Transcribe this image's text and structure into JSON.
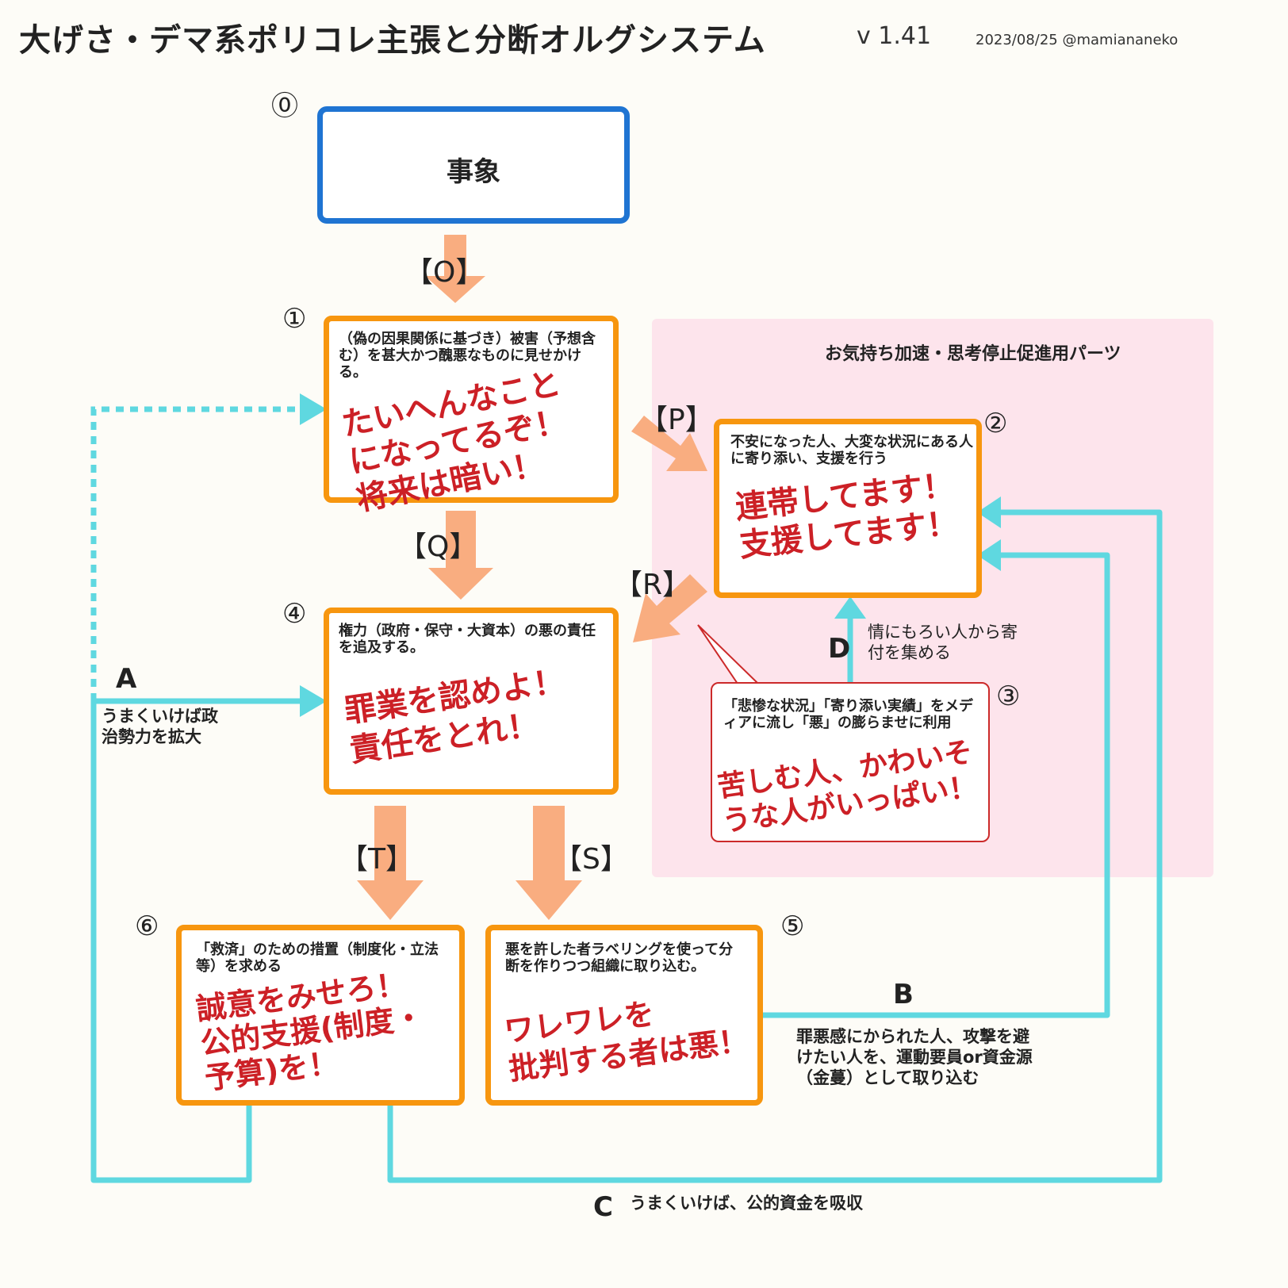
{
  "header": {
    "title": "大げさ・デマ系ポリコレ主張と分断オルグシステム",
    "version": "v 1.41",
    "date_author": "2023/08/25 @mamiananeko"
  },
  "panel": {
    "title": "お気持ち加速・思考停止促進用パーツ"
  },
  "nodes": {
    "n0": {
      "num": "⓪",
      "text": "事象"
    },
    "n1": {
      "num": "①",
      "desc": "（偽の因果関係に基づき）被害（予想含む）を甚大かつ醜悪なものに見せかける。",
      "big": [
        "たいへんなこと",
        "になってるぞ！",
        "将来は暗い！"
      ]
    },
    "n2": {
      "num": "②",
      "desc": "不安になった人、大変な状況にある人に寄り添い、支援を行う",
      "big": [
        "連帯してます！",
        "支援してます！"
      ]
    },
    "n3": {
      "num": "③",
      "desc": "「悲惨な状況」「寄り添い実績」をメディアに流し「悪」の膨らませに利用",
      "big": [
        "苦しむ人、かわいそ",
        "うな人がいっぱい！"
      ]
    },
    "n4": {
      "num": "④",
      "desc": "権力（政府・保守・大資本）の悪の責任を追及する。",
      "big": [
        "罪業を認めよ！",
        "責任をとれ！"
      ]
    },
    "n5": {
      "num": "⑤",
      "desc": "悪を許した者ラベリングを使って分断を作りつつ組織に取り込む。",
      "big": [
        "ワレワレを",
        "批判する者は悪！"
      ]
    },
    "n6": {
      "num": "⑥",
      "desc": "「救済」のための措置（制度化・立法等）を求める",
      "big": [
        "誠意をみせろ！",
        "公的支援(制度・",
        "予算)を！"
      ]
    }
  },
  "arrows": {
    "O": "【O】",
    "P": "【P】",
    "Q": "【Q】",
    "R": "【R】",
    "S": "【S】",
    "T": "【T】"
  },
  "loops": {
    "A": {
      "letter": "A",
      "text": "うまくいけば政治勢力を拡大"
    },
    "B": {
      "letter": "B",
      "text": "罪悪感にかられた人、攻撃を避けたい人を、運動要員or資金源（金蔓）として取り込む"
    },
    "C": {
      "letter": "C",
      "text": "うまくいけば、公的資金を吸収"
    },
    "D": {
      "letter": "D",
      "text": "情にもろい人から寄付を集める"
    }
  },
  "colors": {
    "orange_border": "#f7960f",
    "blue_border": "#1f74d2",
    "arrow_salmon": "#f9ad80",
    "loop_cyan": "#5fd8e0",
    "red_text": "#cc2026",
    "panel_pink": "#fde4ec"
  }
}
